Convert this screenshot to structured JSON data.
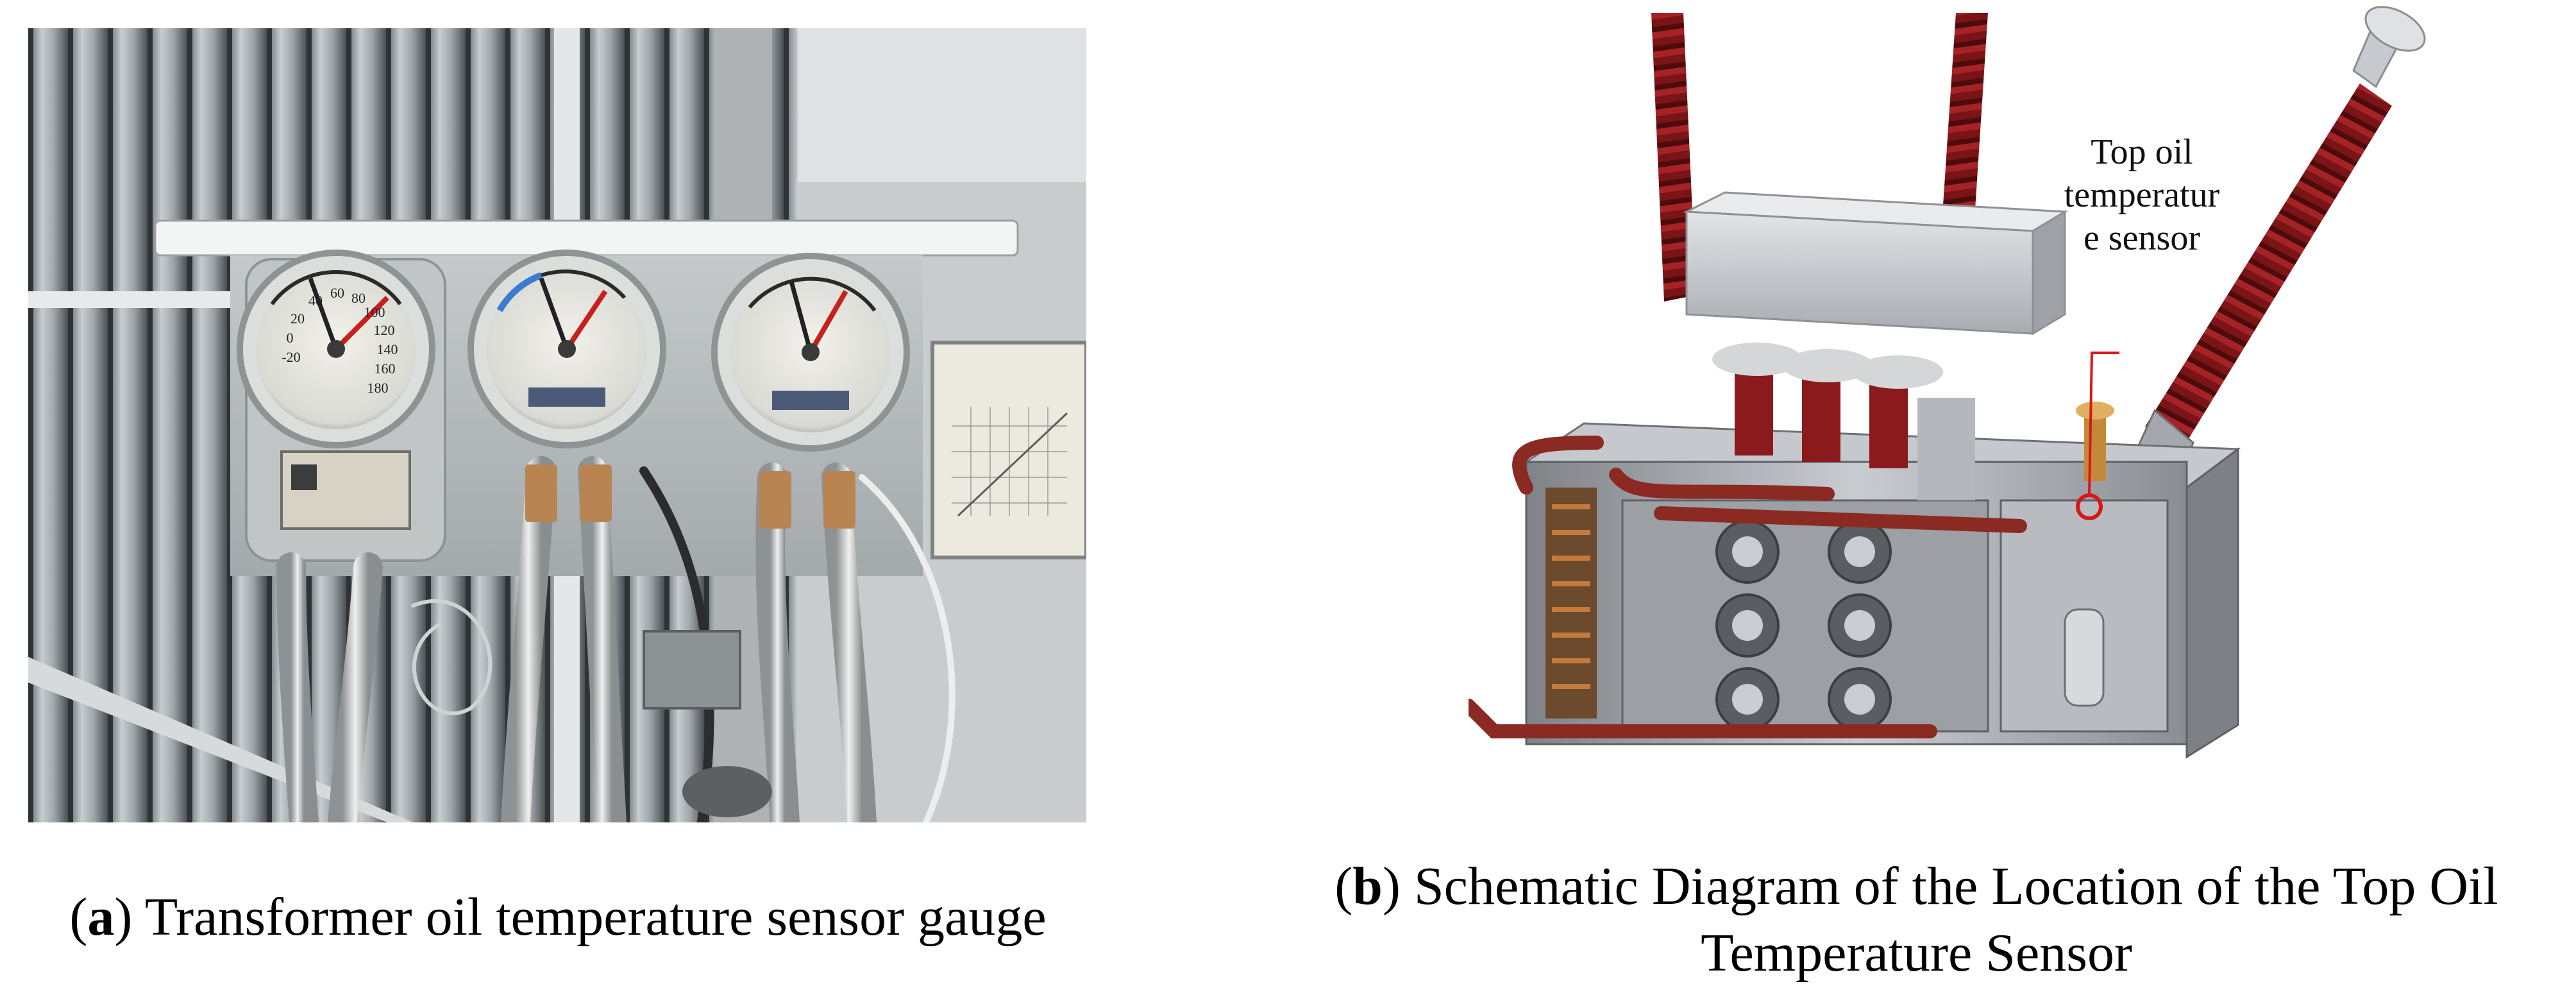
{
  "figure": {
    "panel_a": {
      "caption_letter": "a",
      "caption_text": "Transformer oil temperature sensor gauge",
      "gauge_scale": [
        "20",
        "40",
        "60",
        "80",
        "100",
        "120",
        "140",
        "160",
        "180",
        "0",
        "-20"
      ]
    },
    "panel_b": {
      "caption_letter": "b",
      "caption_line1": "Schematic Diagram of the Location of the Top Oil",
      "caption_line2": "Temperature Sensor",
      "annotation_lines": [
        "Top oil",
        "temperatur",
        "e sensor"
      ]
    }
  },
  "colors": {
    "insulator_red": "#7a1416",
    "callout_red": "#d8161b",
    "gauge_needle": "#c7201d",
    "panel_grey": "#b6babb"
  }
}
